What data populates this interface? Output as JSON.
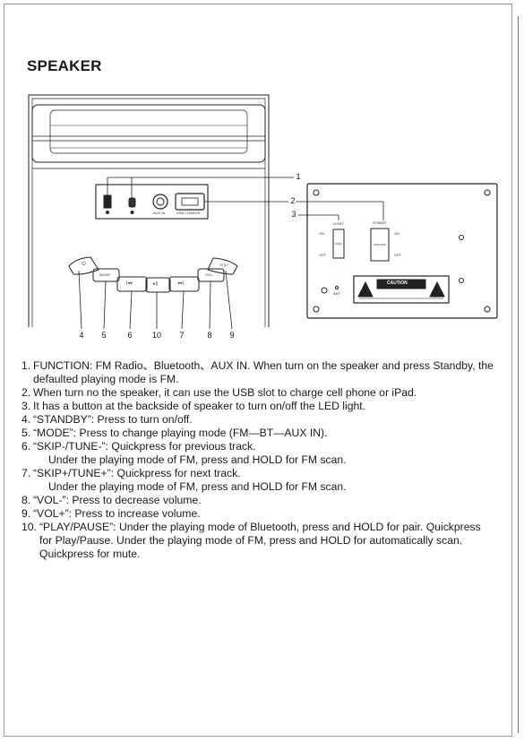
{
  "heading": "SPEAKER",
  "callouts": [
    "1",
    "2",
    "3",
    "4",
    "5",
    "6",
    "10",
    "7",
    "8",
    "9"
  ],
  "panel": {
    "light_label": "LIGHT",
    "power_label": "POWER",
    "on_left": "ON",
    "off_left": "OFF",
    "on_right": "ON",
    "off_right": "OFF",
    "ant_label": "ANT",
    "caution_label": "CAUTION"
  },
  "front": {
    "aux_label": "AUX IN",
    "usb_label": "USB CHARGE",
    "buttons": [
      "⏻",
      "MODE",
      "|◂◂",
      "▸||",
      "▸▸|",
      "VOL-",
      "VOL+"
    ]
  },
  "instructions": [
    {
      "num": "1.",
      "text": "FUNCTION: FM Radio、Bluetooth、AUX IN. When turn on the speaker and press Standby, the defaulted playing mode is FM.",
      "sub": ""
    },
    {
      "num": "2.",
      "text": "When turn no the speaker, it can use the USB slot to charge cell phone or iPad.",
      "sub": ""
    },
    {
      "num": "3.",
      "text": "It has a button at the backside of speaker to turn on/off the LED light.",
      "sub": ""
    },
    {
      "num": "4.",
      "text": "“STANDBY”: Press to turn on/off.",
      "sub": ""
    },
    {
      "num": "5.",
      "text": "“MODE”: Press to change playing mode (FM—BT—AUX IN).",
      "sub": ""
    },
    {
      "num": "6.",
      "text": "“SKIP-/TUNE-”: Quickpress for previous track.",
      "sub": "Under the playing mode of FM, press and HOLD for FM scan."
    },
    {
      "num": "7.",
      "text": "“SKIP+/TUNE+”: Quickpress for next track.",
      "sub": "Under the playing mode of FM, press and HOLD for FM scan."
    },
    {
      "num": "8.",
      "text": "“VOL-”: Press to decrease volume.",
      "sub": ""
    },
    {
      "num": "9.",
      "text": "“VOL+”: Press to increase volume.",
      "sub": ""
    },
    {
      "num": "10.",
      "text": "“PLAY/PAUSE”: Under the playing mode of Bluetooth, press and HOLD for pair.  Quickpress for Play/Pause. Under the playing mode of FM, press and HOLD for automatically scan. Quickpress for mute.",
      "sub": ""
    }
  ]
}
